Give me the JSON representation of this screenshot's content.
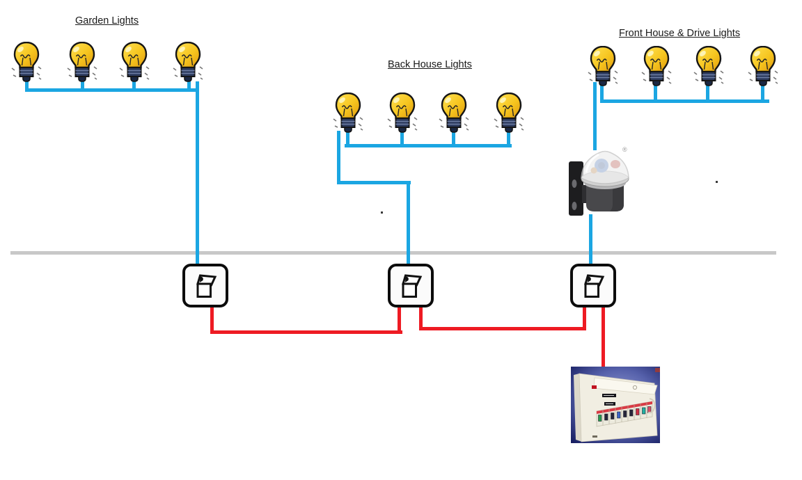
{
  "labels": {
    "garden": "Garden Lights",
    "back_house": "Back House Lights",
    "front_house": "Front House & Drive Lights"
  },
  "photocell": {
    "registered_mark": "®"
  },
  "circuit": {
    "groups": [
      {
        "name": "garden-lights",
        "label": "Garden Lights",
        "bulb_count": 4
      },
      {
        "name": "back-house-lights",
        "label": "Back House Lights",
        "bulb_count": 4
      },
      {
        "name": "front-house-drive-lights",
        "label": "Front House & Drive Lights",
        "bulb_count": 4
      }
    ],
    "switch_count": 3,
    "components": [
      "light-bulb-icon",
      "light-switch-icon",
      "photocell-sensor",
      "consumer-unit"
    ]
  },
  "colors": {
    "wire_blue": "#1ba6e2",
    "wire_red": "#ee1b23",
    "boundary_gray": "#c8c8c8",
    "bulb_yellow": "#f6c51f",
    "background": "#ffffff"
  }
}
